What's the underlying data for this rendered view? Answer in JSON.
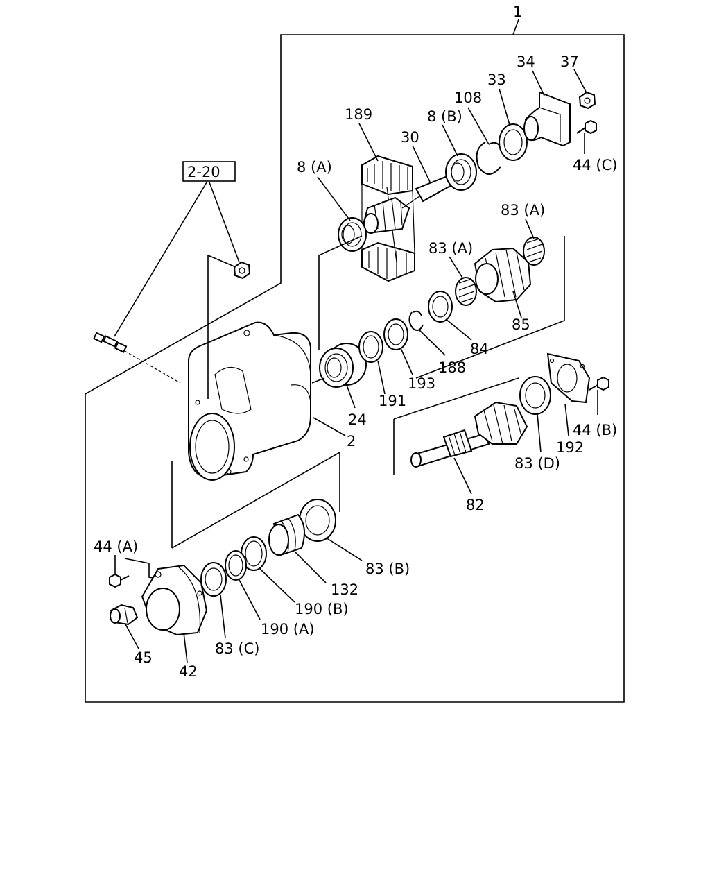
{
  "diagram": {
    "assembly_number": "1",
    "reference_box": "2-20",
    "labels": {
      "p34": "34",
      "p37": "37",
      "p33": "33",
      "p108": "108",
      "p189": "189",
      "p8b": "8 (B)",
      "p30": "30",
      "p44c": "44 (C)",
      "p8a": "8 (A)",
      "p83a_1": "83 (A)",
      "p83a_2": "83 (A)",
      "p85": "85",
      "p84": "84",
      "p188": "188",
      "p193": "193",
      "p191": "191",
      "p24": "24",
      "p2": "2",
      "p44b": "44 (B)",
      "p192": "192",
      "p83d": "83 (D)",
      "p82": "82",
      "p44a": "44 (A)",
      "p83b": "83 (B)",
      "p132": "132",
      "p190b": "190 (B)",
      "p190a": "190 (A)",
      "p83c": "83 (C)",
      "p45": "45",
      "p42": "42"
    }
  }
}
